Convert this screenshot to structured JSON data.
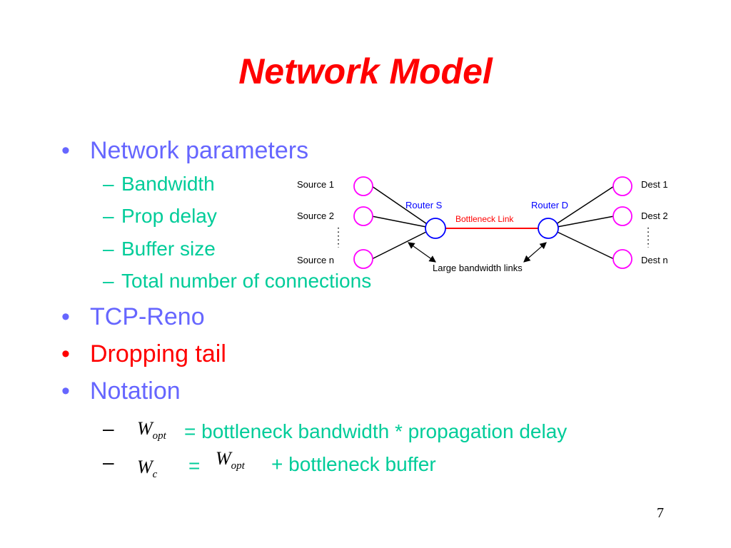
{
  "slide": {
    "title": "Network Model",
    "page_number": "7",
    "bullets": [
      {
        "text": "Network parameters",
        "color": "#6666ff"
      },
      {
        "text": "TCP-Reno",
        "color": "#6666ff"
      },
      {
        "text": "Dropping tail",
        "color": "#ff0000"
      },
      {
        "text": "Notation",
        "color": "#6666ff"
      }
    ],
    "sub_bullets": [
      "Bandwidth",
      "Prop delay",
      "Buffer size",
      "Total number of connections"
    ],
    "bullet_glyph": "•",
    "dash_glyph": "–",
    "notation": {
      "line1": {
        "var": "W",
        "sub": "opt",
        "text": "= bottleneck bandwidth * propagation delay"
      },
      "line2": {
        "var": "W",
        "sub": "c",
        "eq": "=",
        "var2": "W",
        "sub2": "opt",
        "text": "+ bottleneck buffer"
      }
    }
  },
  "diagram": {
    "sources": [
      "Source 1",
      "Source 2",
      "Source n"
    ],
    "dests": [
      "Dest 1",
      "Dest 2",
      "Dest n"
    ],
    "router_s": "Router S",
    "router_d": "Router D",
    "bottleneck_label": "Bottleneck Link",
    "large_bw_label": "Large bandwidth links",
    "colors": {
      "node": "#ff00ff",
      "router": "#0000ff",
      "bottleneck": "#ff0000",
      "router_label": "#0000ff"
    }
  }
}
